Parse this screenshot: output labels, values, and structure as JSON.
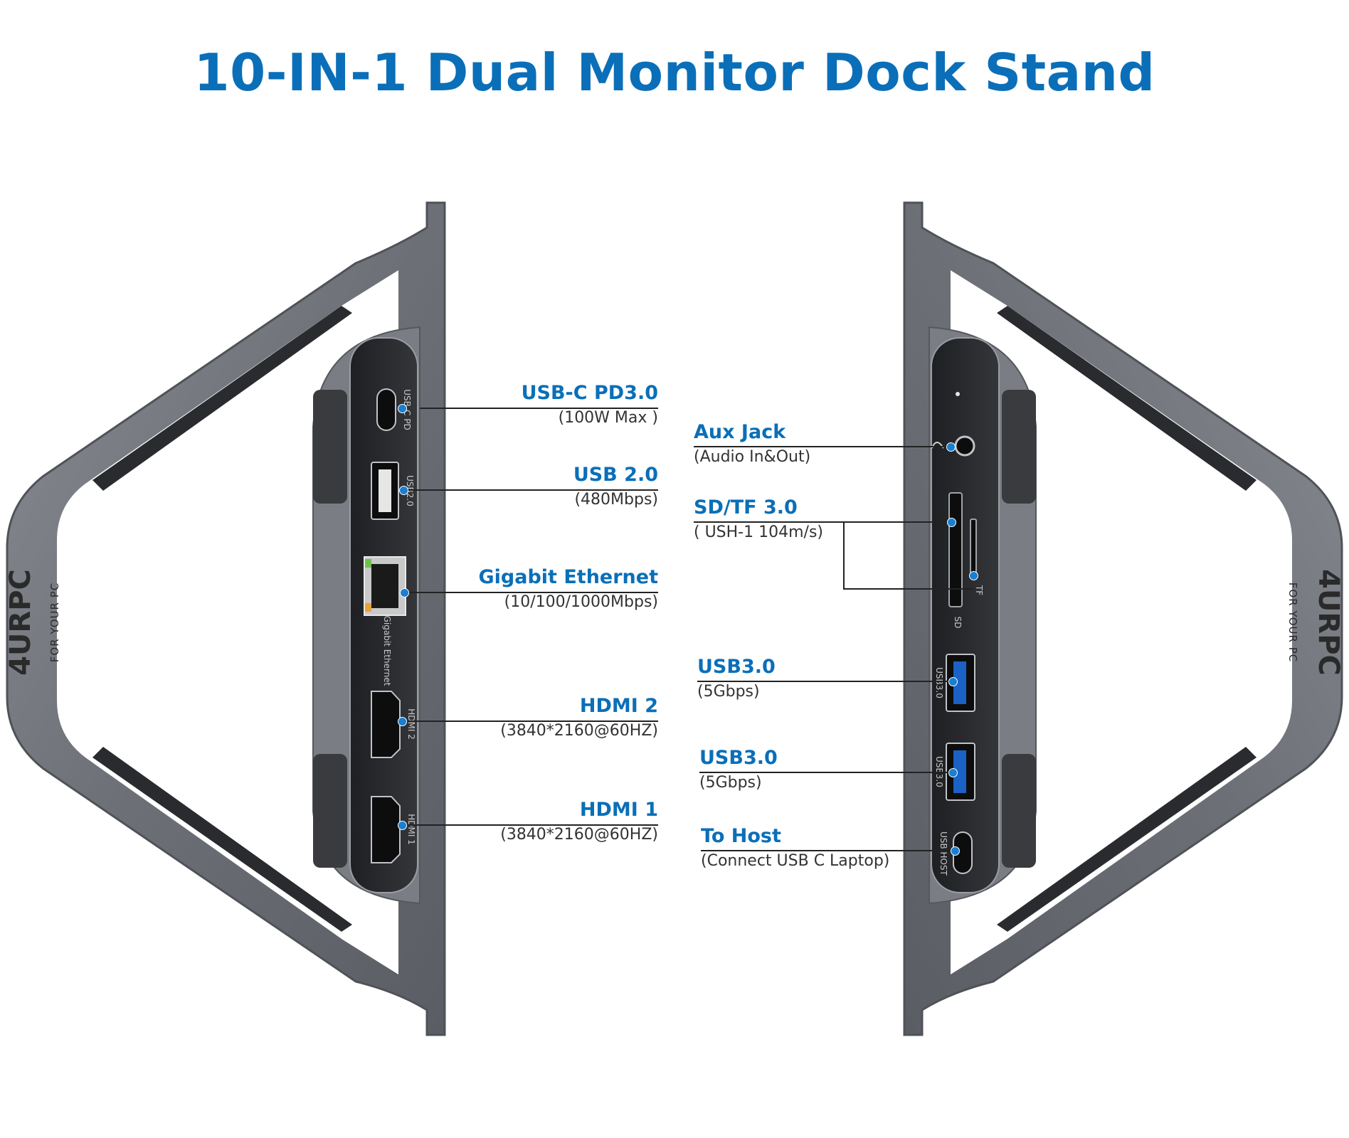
{
  "title": "10-IN-1 Dual Monitor Dock Stand",
  "brand": {
    "logo_text": "4URPC",
    "tagline": "FOR YOUR PC"
  },
  "colors": {
    "accent": "#0a6fb8",
    "dot": "#1a7fd0",
    "body": "#6f7379",
    "panel": "#2a2b2e"
  },
  "left_ports": [
    {
      "name": "USB-C PD3.0",
      "spec": "(100W Max )",
      "port_label": "USB-C PD"
    },
    {
      "name": "USB 2.0",
      "spec": "(480Mbps)",
      "port_label": "USB2.0"
    },
    {
      "name": "Gigabit Ethernet",
      "spec": "(10/100/1000Mbps)",
      "port_label": "Gigabit Ethernet"
    },
    {
      "name": "HDMI 2",
      "spec": "(3840*2160@60HZ)",
      "port_label": "HDMI 2"
    },
    {
      "name": "HDMI 1",
      "spec": "(3840*2160@60HZ)",
      "port_label": "HDMI 1"
    }
  ],
  "right_ports": [
    {
      "name": "Aux Jack",
      "spec": "(Audio In&Out)"
    },
    {
      "name": "SD/TF 3.0",
      "spec": "( USH-1 104m/s)",
      "port_label_sd": "SD",
      "port_label_tf": "TF"
    },
    {
      "name": "USB3.0",
      "spec": "(5Gbps)",
      "port_label": "USB3.0"
    },
    {
      "name": "USB3.0",
      "spec": "(5Gbps)",
      "port_label": "USB3.0"
    },
    {
      "name": "To Host",
      "spec": "(Connect USB C Laptop)",
      "port_label": "USB HOST"
    }
  ]
}
